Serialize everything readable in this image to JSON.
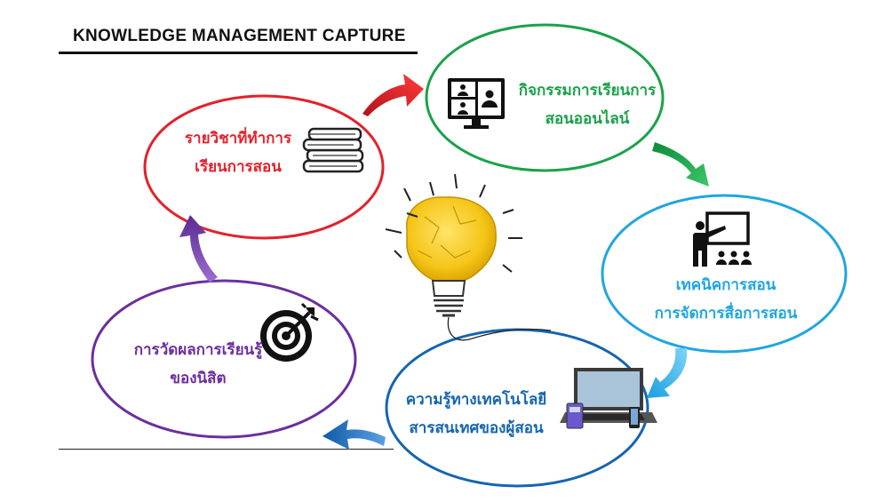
{
  "header": {
    "title": "KNOWLEDGE MANAGEMENT CAPTURE"
  },
  "nodes": {
    "subjects": {
      "line1": "รายวิชาที่ทำการ",
      "line2": "เรียนการสอน",
      "color": "#e3212b",
      "icon": "books-icon"
    },
    "online": {
      "line1": "กิจกรรมการเรียนการ",
      "line2": "สอนออนไลน์",
      "color": "#1aa24a",
      "icon": "video-conference-icon"
    },
    "techniques": {
      "line1": "เทคนิคการสอน",
      "line2": "การจัดการสื่อการสอน",
      "color": "#1fa6e0",
      "icon": "teacher-presentation-icon"
    },
    "knowledge": {
      "line1": "ความรู้ทางเทคโนโลยี",
      "line2": "สารสนเทศของผู้สอน",
      "color": "#1565b0",
      "icon": "laptop-devices-icon"
    },
    "assessment": {
      "line1": "การวัดผลการเรียนรู้",
      "line2": "ของนิสิต",
      "color": "#6b2fa0",
      "icon": "target-icon"
    }
  },
  "center": {
    "icon": "lightbulb-icon",
    "color": "#f5c518"
  }
}
